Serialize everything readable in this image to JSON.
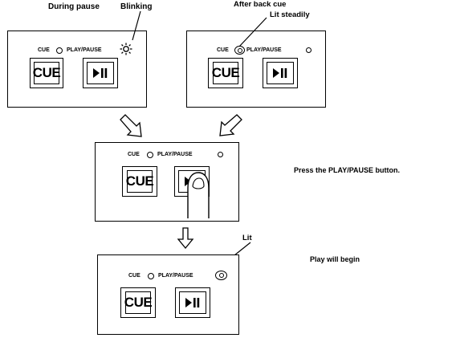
{
  "captions": {
    "during_pause": "During pause",
    "blinking": "Blinking",
    "after_back_cue": "After back cue",
    "lit_steadily": "Lit steadily",
    "lit": "Lit"
  },
  "instructions": {
    "press_play_pause": "Press the PLAY/PAUSE button.",
    "play_will_begin": "Play will begin"
  },
  "panel": {
    "cue_indicator_label": "CUE",
    "play_pause_indicator_label": "PLAY/PAUSE",
    "cue_button_label": "CUE",
    "play_pause_button_icon": "play-pause-icon"
  }
}
